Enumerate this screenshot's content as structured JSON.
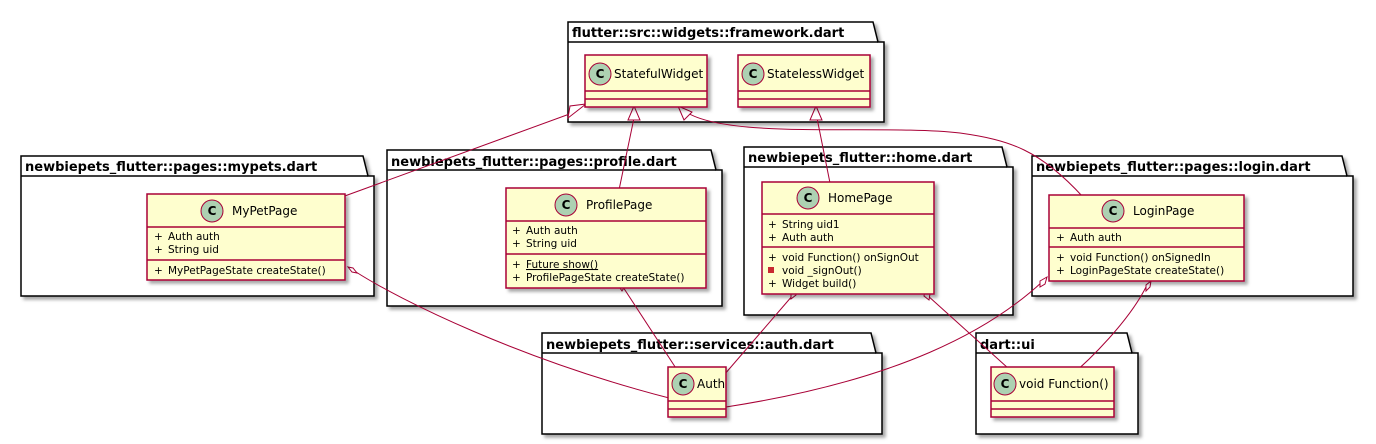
{
  "diagram": {
    "type": "uml-class-diagram",
    "colors": {
      "class_fill": "#FEFECE",
      "class_border": "#A80036",
      "badge_fill": "#ADD1B2",
      "package_border": "#000000",
      "edge": "#A80036"
    },
    "packages": {
      "framework": {
        "title": "flutter::src::widgets::framework.dart"
      },
      "mypets": {
        "title": "newbiepets_flutter::pages::mypets.dart"
      },
      "profile": {
        "title": "newbiepets_flutter::pages::profile.dart"
      },
      "home": {
        "title": "newbiepets_flutter::home.dart"
      },
      "login": {
        "title": "newbiepets_flutter::pages::login.dart"
      },
      "auth": {
        "title": "newbiepets_flutter::services::auth.dart"
      },
      "ui": {
        "title": "dart::ui"
      }
    },
    "classes": {
      "stateful": {
        "badge": "C",
        "name": "StatefulWidget"
      },
      "stateless": {
        "badge": "C",
        "name": "StatelessWidget"
      },
      "mypet": {
        "badge": "C",
        "name": "MyPetPage",
        "fields": [
          {
            "vis": "+",
            "text": "Auth auth"
          },
          {
            "vis": "+",
            "text": "String uid"
          }
        ],
        "methods": [
          {
            "vis": "+",
            "text": "MyPetPageState createState()"
          }
        ]
      },
      "profile": {
        "badge": "C",
        "name": "ProfilePage",
        "fields": [
          {
            "vis": "+",
            "text": "Auth auth"
          },
          {
            "vis": "+",
            "text": "String uid"
          }
        ],
        "methods": [
          {
            "vis": "+",
            "text": "Future show()",
            "static": true
          },
          {
            "vis": "+",
            "text": "ProfilePageState createState()"
          }
        ]
      },
      "home": {
        "badge": "C",
        "name": "HomePage",
        "fields": [
          {
            "vis": "+",
            "text": "String uid1"
          },
          {
            "vis": "+",
            "text": "Auth auth"
          }
        ],
        "methods": [
          {
            "vis": "+",
            "text": "void Function() onSignOut"
          },
          {
            "vis": "-",
            "text": "void _signOut()"
          },
          {
            "vis": "+",
            "text": "Widget build()"
          }
        ]
      },
      "login": {
        "badge": "C",
        "name": "LoginPage",
        "fields": [
          {
            "vis": "+",
            "text": "Auth auth"
          }
        ],
        "methods": [
          {
            "vis": "+",
            "text": "void Function() onSignedIn"
          },
          {
            "vis": "+",
            "text": "LoginPageState createState()"
          }
        ]
      },
      "auth": {
        "badge": "C",
        "name": "Auth"
      },
      "voidfn": {
        "badge": "C",
        "name": "void Function()"
      }
    },
    "relations": [
      {
        "kind": "inheritance",
        "from": "MyPetPage",
        "to": "StatefulWidget"
      },
      {
        "kind": "inheritance",
        "from": "ProfilePage",
        "to": "StatefulWidget"
      },
      {
        "kind": "inheritance",
        "from": "LoginPage",
        "to": "StatefulWidget"
      },
      {
        "kind": "inheritance",
        "from": "HomePage",
        "to": "StatelessWidget"
      },
      {
        "kind": "aggregation",
        "from": "MyPetPage",
        "to": "Auth"
      },
      {
        "kind": "aggregation",
        "from": "ProfilePage",
        "to": "Auth"
      },
      {
        "kind": "aggregation",
        "from": "HomePage",
        "to": "Auth"
      },
      {
        "kind": "aggregation",
        "from": "LoginPage",
        "to": "Auth"
      },
      {
        "kind": "aggregation",
        "from": "HomePage",
        "to": "void Function()"
      },
      {
        "kind": "aggregation",
        "from": "LoginPage",
        "to": "void Function()"
      }
    ]
  }
}
